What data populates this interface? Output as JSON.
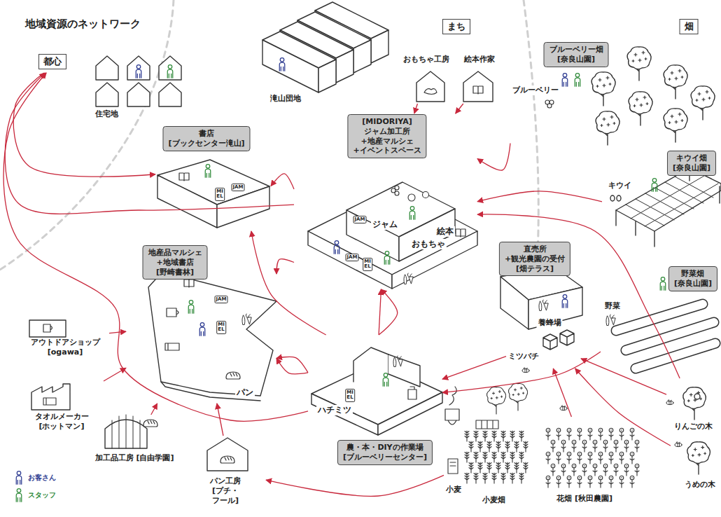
{
  "diagram": {
    "title": "地域資源のネットワーク",
    "nodes": [
      {
        "text": [
          "都心"
        ]
      },
      {
        "text": [
          "住宅地"
        ]
      },
      {
        "text": [
          "滝山団地"
        ]
      },
      {
        "text": [
          "まち"
        ]
      },
      {
        "text": [
          "おもちゃ工房"
        ]
      },
      {
        "text": [
          "絵本作家"
        ]
      },
      {
        "text": [
          "畑"
        ]
      },
      {
        "text": [
          "ブルーベリー畑 [奈良山園]",
          "ブルーベリー"
        ]
      },
      {
        "text": [
          "書店 [ブックセンター滝山]"
        ]
      },
      {
        "text": [
          "[MIDORIYA] ジャム加工所+地産マルシェ+イベントスペース",
          "ジャム",
          "絵本",
          "おもちゃ"
        ]
      },
      {
        "text": [
          "キウイ畑 [奈良山園]",
          "キウイ"
        ]
      },
      {
        "text": [
          "地産品マルシェ+地域書店 [野崎書林]",
          "パン"
        ]
      },
      {
        "text": [
          "直売所+観光農園の受付 [畑テラス]"
        ]
      },
      {
        "text": [
          "野菜畑 [奈良山園]",
          "野菜"
        ]
      },
      {
        "text": [
          "アウトドアショップ [ogawa]"
        ]
      },
      {
        "text": [
          "ハチミツ",
          "農・本・DIYの作業場 [ブルーベリーセンター]"
        ]
      },
      {
        "text": [
          "養蜂場",
          "ミツバチ"
        ]
      },
      {
        "text": [
          "タオルメーカー [ホットマン]"
        ]
      },
      {
        "text": [
          "加工品工房 [自由学園]"
        ]
      },
      {
        "text": [
          "パン工房 [プチ・フール]"
        ]
      },
      {
        "text": [
          "小麦",
          "小麦畑"
        ]
      },
      {
        "text": [
          "花畑 [秋田農園]"
        ]
      },
      {
        "text": [
          "りんごの木"
        ]
      },
      {
        "text": [
          "うめの木"
        ]
      }
    ],
    "edges": [
      {
        "from": 0,
        "to": 8,
        "arrow": "to"
      },
      {
        "from": 9,
        "to": 0,
        "arrow": "to"
      },
      {
        "from": 15,
        "to": 0,
        "arrow": "to"
      },
      {
        "from": 9,
        "to": 8,
        "arrow": "to"
      },
      {
        "from": 15,
        "to": 8,
        "arrow": "to"
      },
      {
        "from": 9,
        "to": 11,
        "arrow": "to"
      },
      {
        "from": 15,
        "to": 9,
        "arrow": "to"
      },
      {
        "from": 15,
        "to": 9,
        "arrow": "to"
      },
      {
        "from": 7,
        "to": 9,
        "arrow": "to"
      },
      {
        "from": 4,
        "to": 9,
        "arrow": "to"
      },
      {
        "from": 5,
        "to": 9,
        "arrow": "to"
      },
      {
        "from": 10,
        "to": 9,
        "arrow": "to"
      },
      {
        "from": 22,
        "to": 9,
        "arrow": "to"
      },
      {
        "from": 13,
        "to": 15,
        "arrow": "to"
      },
      {
        "from": 15,
        "to": 11,
        "arrow": "to"
      },
      {
        "from": 15,
        "to": 11,
        "arrow": "to"
      },
      {
        "from": 14,
        "to": 11,
        "arrow": "to"
      },
      {
        "from": 17,
        "to": 11,
        "arrow": "to"
      },
      {
        "from": 18,
        "to": 11,
        "arrow": "to"
      },
      {
        "from": 19,
        "to": 11,
        "arrow": "to"
      },
      {
        "from": 20,
        "to": 19,
        "arrow": "to"
      },
      {
        "from": 16,
        "to": 15,
        "arrow": "to"
      },
      {
        "from": 21,
        "to": 16,
        "arrow": "to"
      },
      {
        "from": 22,
        "to": 16,
        "arrow": "to"
      },
      {
        "from": 23,
        "to": 16,
        "arrow": "to"
      }
    ],
    "labels": [
      "MI EL",
      "JAM",
      "JAM",
      "JAM",
      "MI EL",
      "JAM",
      "MI EL",
      "MI EL"
    ],
    "legend": [
      {
        "text": "お客さん"
      },
      {
        "text": "スタッフ"
      }
    ]
  }
}
